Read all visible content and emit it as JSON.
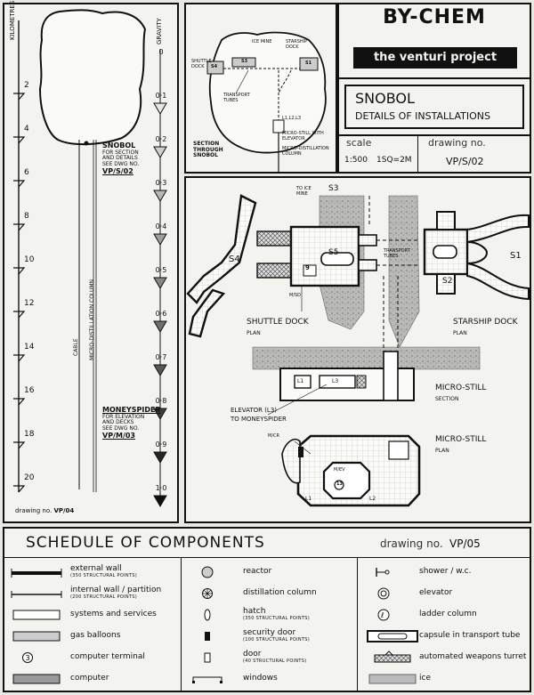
{
  "depth_chart": {
    "left_axis_label": "KILOMETRES",
    "right_axis_label": "GRAVITY",
    "depth_ticks": [
      "0",
      "2",
      "4",
      "6",
      "8",
      "10",
      "12",
      "14",
      "16",
      "18",
      "20"
    ],
    "gravity_ticks": [
      "0",
      "0·1",
      "0·2",
      "0·3",
      "0·4",
      "0·5",
      "0·6",
      "0·7",
      "0·8",
      "0·9",
      "1·0"
    ],
    "cable_label": "CABLE",
    "column_label": "MICRO-DISTILLATION COLUMN",
    "snobol": {
      "title": "SNOBOL",
      "l1": "FOR SECTION",
      "l2": "AND DETAILS",
      "l3": "SEE DWG NO.",
      "dwg": "VP/S/02"
    },
    "moneyspider": {
      "title": "MONEYSPIDER",
      "l1": "FOR ELEVATION",
      "l2": "AND DECKS",
      "l3": "SEE DWG NO.",
      "dwg": "VP/M/03"
    },
    "drawing_no_label": "drawing no.",
    "drawing_no": "VP/04"
  },
  "section_inset": {
    "ice_mine": "ICE MINE",
    "starship_dock": "STARSHIP DOCK",
    "shuttle_dock": "SHUTTLE DOCK",
    "s4": "S4",
    "s3": "S3",
    "s1": "S1",
    "transport_tubes": "TRANSPORT TUBES",
    "l_labels": "L1,L2,L3",
    "micro_still": "MICRO-STILL WITH ELEVATOR",
    "micro_column": "MICRO-DISTILLATION COLUMN",
    "section_caption": [
      "SECTION",
      "THROUGH",
      "SNOBOL"
    ]
  },
  "title_block": {
    "company": "BY-CHEM",
    "project": "the venturi project",
    "title": "SNOBOL",
    "subtitle": "DETAILS OF INSTALLATIONS",
    "scale_label": "scale",
    "scale_value": "1:500",
    "scale_note": "1SQ=2M",
    "drawing_label": "drawing no.",
    "drawing_value": "VP/S/02"
  },
  "plan": {
    "to_ice_mine": "TO ICE MINE",
    "s3": "S3",
    "s4": "S4",
    "s5": "S5",
    "s2": "S2",
    "s1": "S1",
    "m_sd": "M/SD",
    "transport_tubes": "TRANSPORT TUBES",
    "shuttle_dock": "SHUTTLE DOCK",
    "shuttle_plan": "PLAN",
    "starship_dock": "STARSHIP DOCK",
    "starship_plan": "PLAN",
    "micro_still_section": "MICRO-STILL",
    "section_word": "SECTION",
    "micro_still_plan": "MICRO-STILL",
    "plan_word": "PLAN",
    "elevator_note_1": "ELEVATOR (L3)",
    "elevator_note_2": "TO MONEYSPIDER",
    "l1": "L1",
    "l2": "L2",
    "l3": "L3",
    "m_cr": "M/CR",
    "m_ev": "M/EV",
    "num9": "9",
    "num13": "13"
  },
  "schedule": {
    "title": "SCHEDULE OF COMPONENTS",
    "drawing_label": "drawing no.",
    "drawing_value": "VP/05",
    "col1": [
      {
        "label": "external wall",
        "sub": "(350 STRUCTURAL POINTS)",
        "icon": "external-wall"
      },
      {
        "label": "internal wall / partition",
        "sub": "(200 STRUCTURAL POINTS)",
        "icon": "internal-wall"
      },
      {
        "label": "systems and services",
        "sub": "",
        "icon": "systems"
      },
      {
        "label": "gas balloons",
        "sub": "",
        "icon": "gas-balloons"
      },
      {
        "label": "computer terminal",
        "sub": "",
        "icon": "terminal",
        "symbol": "3"
      },
      {
        "label": "computer",
        "sub": "",
        "icon": "computer"
      }
    ],
    "col2": [
      {
        "label": "reactor",
        "sub": "",
        "icon": "reactor"
      },
      {
        "label": "distillation column",
        "sub": "",
        "icon": "distillation"
      },
      {
        "label": "hatch",
        "sub": "(350 STRUCTURAL POINTS)",
        "icon": "hatch"
      },
      {
        "label": "security door",
        "sub": "(100 STRUCTURAL POINTS)",
        "icon": "security-door"
      },
      {
        "label": "door",
        "sub": "(40 STRUCTURAL POINTS)",
        "icon": "door"
      },
      {
        "label": "windows",
        "sub": "",
        "icon": "windows"
      }
    ],
    "col3": [
      {
        "label": "shower / w.c.",
        "sub": "",
        "icon": "shower"
      },
      {
        "label": "elevator",
        "sub": "",
        "icon": "elevator"
      },
      {
        "label": "ladder column",
        "sub": "",
        "icon": "ladder"
      },
      {
        "label": "capsule in transport tube",
        "sub": "",
        "icon": "capsule"
      },
      {
        "label": "automated weapons turret",
        "sub": "",
        "icon": "turret"
      },
      {
        "label": "ice",
        "sub": "",
        "icon": "ice"
      }
    ]
  }
}
